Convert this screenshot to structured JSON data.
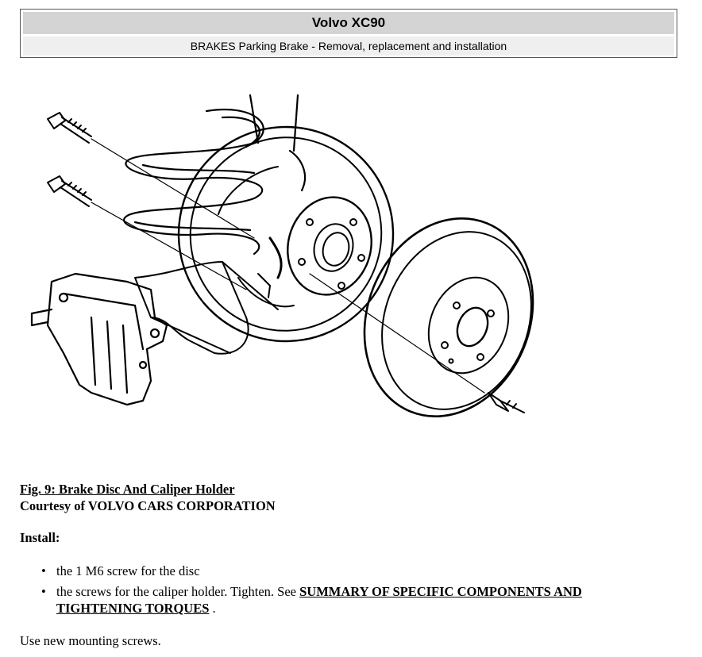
{
  "header": {
    "title": "Volvo XC90",
    "subtitle": "BRAKES Parking Brake - Removal, replacement and installation"
  },
  "caption": {
    "figure": "Fig. 9: Brake Disc And Caliper Holder",
    "courtesy": "Courtesy of VOLVO CARS CORPORATION"
  },
  "install": {
    "heading": "Install:",
    "steps": [
      {
        "text": "the 1 M6 screw for the disc"
      },
      {
        "text": "the screws for the caliper holder. Tighten. See ",
        "link": "SUMMARY OF SPECIFIC COMPONENTS AND TIGHTENING TORQUES",
        "after": " ."
      }
    ],
    "bullet": "•"
  },
  "note": "Use new mounting screws."
}
